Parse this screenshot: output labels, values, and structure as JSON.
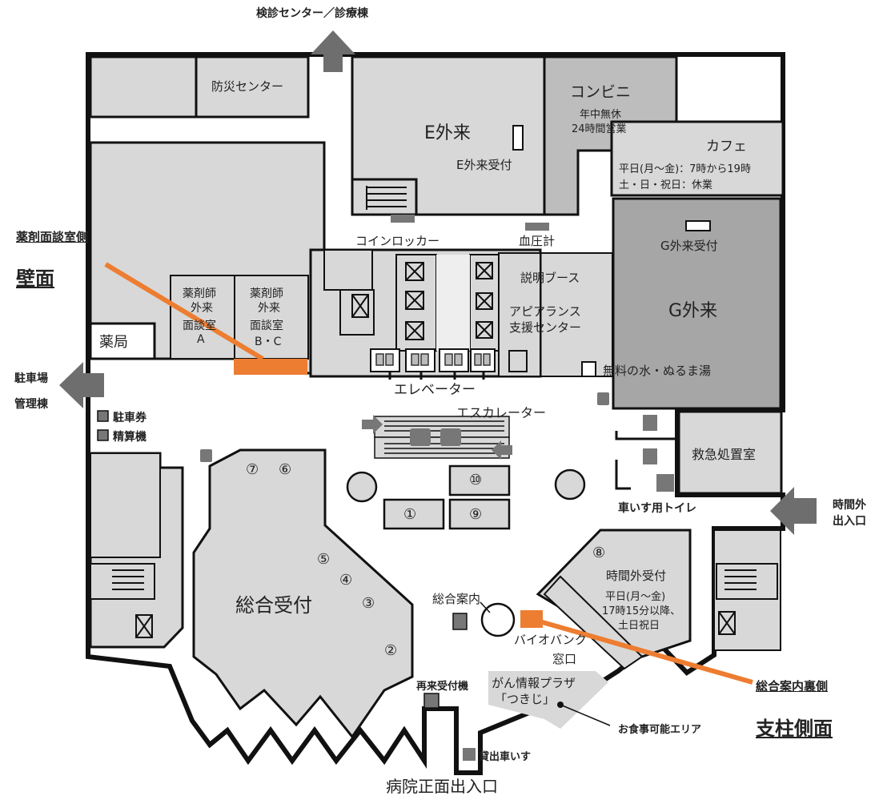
{
  "map": {
    "top_exit": "検診センター／診療棟",
    "bottom_entrance": "病院正面出入口",
    "parking_l1": "駐車場",
    "parking_l2": "管理棟",
    "after_hours_l1": "時間外",
    "after_hours_l2": "出入口"
  },
  "rooms": {
    "disaster_center": "防災センター",
    "e_outpatient": "E外来",
    "e_reception": "E外来受付",
    "convenience": "コンビニ",
    "conv_l1": "年中無休",
    "conv_l2": "24時間営業",
    "cafe": "カフェ",
    "cafe_l1": "平日(月～金)：7時から19時",
    "cafe_l2": "土・日・祝日：休業",
    "g_reception": "G外来受付",
    "g_outpatient": "G外来",
    "coin_locker": "コインロッカー",
    "blood_pressure": "血圧計",
    "explain_booth": "説明ブース",
    "appearance_l1": "アピアランス",
    "appearance_l2": "支援センター",
    "free_water": "無料の水・ぬるま湯",
    "pharmacy": "薬局",
    "pharm_a_l1": "薬剤師",
    "pharm_a_l2": "外来",
    "pharm_a_l3": "面談室",
    "pharm_a_l4": "A",
    "pharm_bc_l1": "薬剤師",
    "pharm_bc_l2": "外来",
    "pharm_bc_l3": "面談室",
    "pharm_bc_l4": "B・C",
    "elevator": "エレベーター",
    "escalator": "エスカレーター",
    "emergency": "救急処置室",
    "wheelchair_toilet": "車いす用トイレ",
    "parking_ticket": "駐車券",
    "settlement": "精算機",
    "general_reception": "総合受付",
    "info_desk": "総合案内",
    "after_hours_reception": "時間外受付",
    "ah_l1": "平日(月～金)",
    "ah_l2": "17時15分以降、",
    "ah_l3": "土日祝日",
    "biobank_l1": "バイオバンク",
    "biobank_l2": "窓口",
    "revisit_machine": "再来受付機",
    "cancer_plaza_l1": "がん情報プラザ",
    "cancer_plaza_l2": "「つきじ」",
    "dining_area": "お食事可能エリア",
    "rental_wheelchair": "貸出車いす"
  },
  "counters": [
    "①",
    "②",
    "③",
    "④",
    "⑤",
    "⑥",
    "⑦",
    "⑧",
    "⑨",
    "⑩"
  ],
  "annotations": {
    "left_l1": "薬剤面談室側",
    "left_l2": "壁面",
    "right_l1": "総合案内裏側",
    "right_l2": "支柱側面"
  },
  "colors": {
    "accent": "#ed7d31",
    "room_gray": "#d8d8d8",
    "dark_room": "#a6a6a6",
    "arrow_gray": "#707070"
  }
}
